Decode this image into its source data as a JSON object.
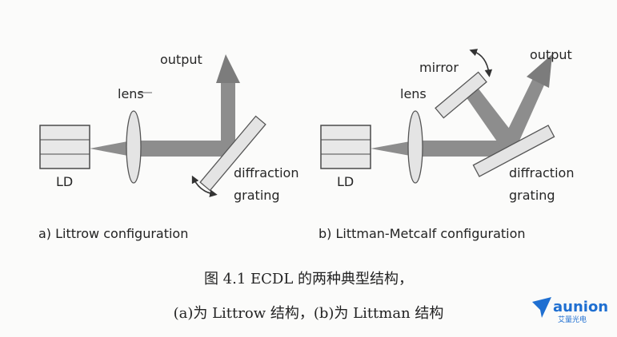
{
  "panel_a": {
    "labels": {
      "output": "output",
      "lens": "lens",
      "ld": "LD",
      "grating_line1": "diffraction",
      "grating_line2": "grating"
    },
    "caption": "a) Littrow configuration"
  },
  "panel_b": {
    "labels": {
      "mirror": "mirror",
      "output": "output",
      "lens": "lens",
      "ld": "LD",
      "grating_line1": "diffraction",
      "grating_line2": "grating"
    },
    "caption": "b) Littman-Metcalf configuration"
  },
  "figure_caption": {
    "line1": "图 4.1 ECDL 的两种典型结构，",
    "line2": "(a)为 Littrow 结构，(b)为 Littman 结构"
  },
  "logo": {
    "text": "aunion",
    "subtext": "艾量光电"
  },
  "colors": {
    "beam": "#8c8c8c",
    "optic_fill": "#e4e4e4",
    "outline": "#555555",
    "logo": "#1f6fd1"
  }
}
